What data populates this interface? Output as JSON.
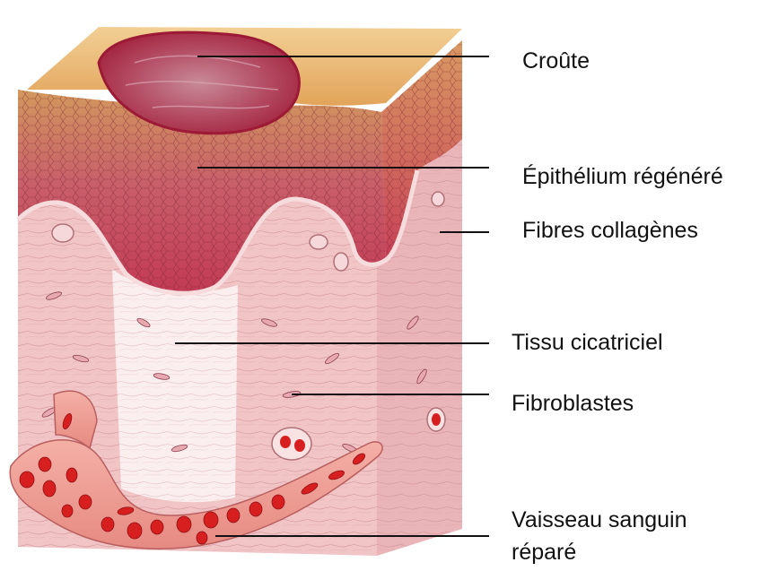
{
  "labels": {
    "croute": "Croûte",
    "epithelium": "Épithélium régénéré",
    "fibres": "Fibres collagènes",
    "tissu": "Tissu cicatriciel",
    "fibroblastes": "Fibroblastes",
    "vaisseau_line1": "Vaisseau sanguin",
    "vaisseau_line2": "réparé"
  },
  "colors": {
    "scab": "#b3263f",
    "epidermis": "#c94a5c",
    "dermis": "#f2c2c6",
    "scar_tissue": "#faeaea",
    "blood": "#d81f1f",
    "skin_surface": "#eab772"
  }
}
